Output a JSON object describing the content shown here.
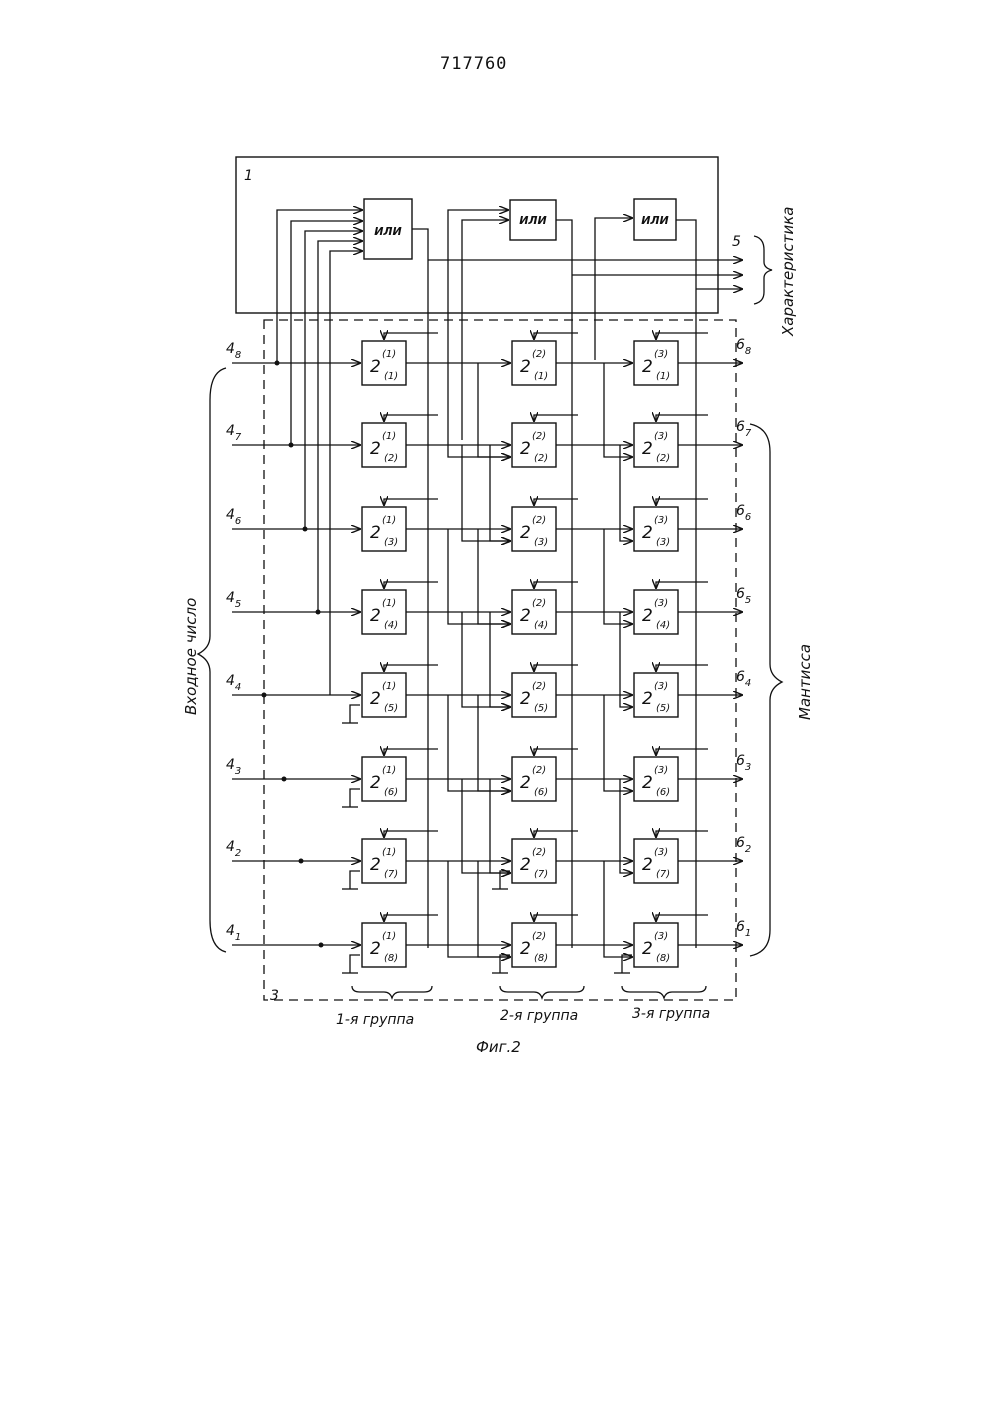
{
  "header": {
    "doc_number": "717760"
  },
  "figure": {
    "caption": "Фиг.2",
    "block_labels": {
      "or_block_unit": "1",
      "char_output": "5",
      "matrix_unit": "3"
    },
    "or_gates": [
      {
        "label": "ИЛИ"
      },
      {
        "label": "ИЛИ"
      },
      {
        "label": "ИЛИ"
      }
    ],
    "inputs": [
      {
        "base": "4",
        "sub": "8"
      },
      {
        "base": "4",
        "sub": "7"
      },
      {
        "base": "4",
        "sub": "6"
      },
      {
        "base": "4",
        "sub": "5"
      },
      {
        "base": "4",
        "sub": "4"
      },
      {
        "base": "4",
        "sub": "3"
      },
      {
        "base": "4",
        "sub": "2"
      },
      {
        "base": "4",
        "sub": "1"
      }
    ],
    "outputs": [
      {
        "base": "6",
        "sub": "8"
      },
      {
        "base": "6",
        "sub": "7"
      },
      {
        "base": "6",
        "sub": "6"
      },
      {
        "base": "6",
        "sub": "5"
      },
      {
        "base": "6",
        "sub": "4"
      },
      {
        "base": "6",
        "sub": "3"
      },
      {
        "base": "6",
        "sub": "2"
      },
      {
        "base": "6",
        "sub": "1"
      }
    ],
    "cell_main": "2",
    "column_indices": [
      "(1)",
      "(2)",
      "(3)"
    ],
    "row_indices": [
      "(1)",
      "(2)",
      "(3)",
      "(4)",
      "(5)",
      "(6)",
      "(7)",
      "(8)"
    ],
    "group_labels": [
      "1-я группа",
      "2-я группа",
      "3-я группа"
    ],
    "side_labels": {
      "left": "Входное число",
      "right_top": "Характеристика",
      "right_bottom": "Мантисса"
    }
  }
}
